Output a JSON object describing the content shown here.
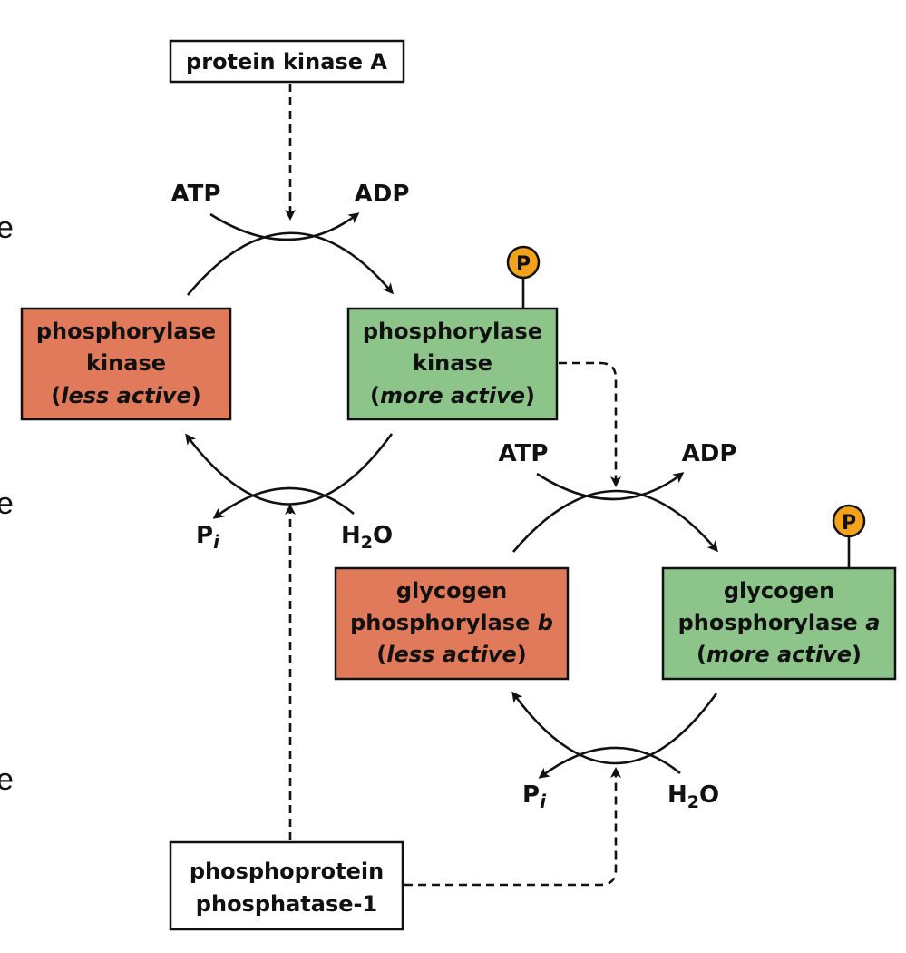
{
  "nodes": {
    "pka": "protein kinase A",
    "pp1_line1": "phosphoprotein",
    "pp1_line2": "phosphatase-1",
    "pk_less": {
      "line1": "phosphorylase",
      "line2": "kinase",
      "paren_open": "(",
      "state": "less active",
      "paren_close": ")"
    },
    "pk_more": {
      "line1": "phosphorylase",
      "line2": "kinase",
      "paren_open": "(",
      "state": "more active",
      "paren_close": ")"
    },
    "gp_b": {
      "line1": "glycogen",
      "line2": "phosphorylase",
      "letter": "b",
      "paren_open": "(",
      "state": "less active",
      "paren_close": ")"
    },
    "gp_a": {
      "line1": "glycogen",
      "line2": "phosphorylase",
      "letter": "a",
      "paren_open": "(",
      "state": "more active",
      "paren_close": ")"
    }
  },
  "reactants": {
    "atp_top": "ATP",
    "adp_top": "ADP",
    "pi_top": {
      "main": "P",
      "sub": "i"
    },
    "h2o_top": {
      "h": "H",
      "sub": "2",
      "o": "O"
    },
    "atp_right": "ATP",
    "adp_right": "ADP",
    "pi_bottom": {
      "main": "P",
      "sub": "i"
    },
    "h2o_bottom": {
      "h": "H",
      "sub": "2",
      "o": "O"
    }
  },
  "phospho_badge": "P",
  "edge_fragments": [
    "e",
    "e",
    "e"
  ],
  "colors": {
    "less_active_fill": "#e07a5a",
    "more_active_fill": "#8cc48a",
    "phosphate_fill": "#f2a31b"
  }
}
